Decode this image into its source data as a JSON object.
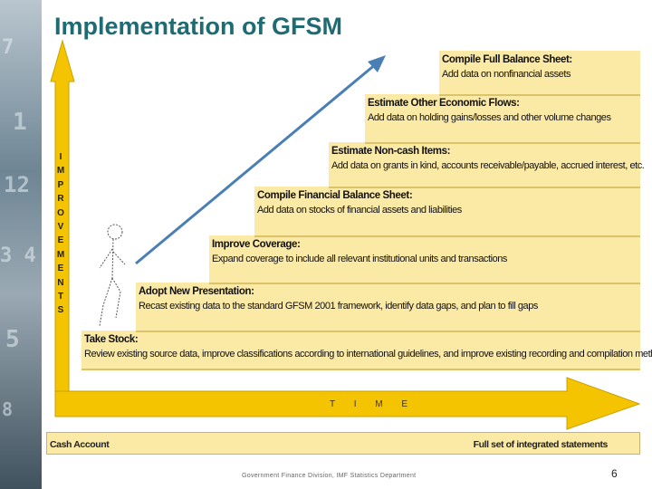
{
  "slide": {
    "title": "Implementation of GFSM",
    "footer": "Government Finance Division, IMF Statistics Department",
    "page_number": "6"
  },
  "vertical_axis": {
    "letters": [
      "I",
      "M",
      "P",
      "R",
      "O",
      "V",
      "E",
      "M",
      "E",
      "N",
      "T",
      "S"
    ]
  },
  "horizontal_axis": {
    "label": "T I M E"
  },
  "steps": [
    {
      "heading": "Take Stock:",
      "detail": "Review existing source data, improve classifications according to international guidelines, and improve existing recording and compilation methods"
    },
    {
      "heading": "Adopt New Presentation:",
      "detail": "Recast existing data to the standard GFSM 2001 framework, identify data gaps, and plan to fill gaps"
    },
    {
      "heading": "Improve Coverage:",
      "detail": "Expand coverage to include all relevant institutional units and transactions"
    },
    {
      "heading": "Compile Financial Balance Sheet:",
      "detail": "Add data on stocks of financial assets and liabilities"
    },
    {
      "heading": "Estimate Non-cash Items:",
      "detail": "Add data on grants in kind, accounts receivable/payable, accrued interest, etc."
    },
    {
      "heading": "Estimate Other Economic Flows:",
      "detail": "Add data on holding gains/losses and other volume changes"
    },
    {
      "heading": "Compile Full Balance Sheet:",
      "detail": "Add data on nonfinancial assets"
    }
  ],
  "bottom_bar": {
    "left": "Cash Account",
    "right": "Full set of integrated statements"
  },
  "colors": {
    "title": "#1f6b73",
    "step_fill": "#fbe9a6",
    "arrow_fill": "#f5c400",
    "diagonal_arrow": "#4a7fb5"
  }
}
